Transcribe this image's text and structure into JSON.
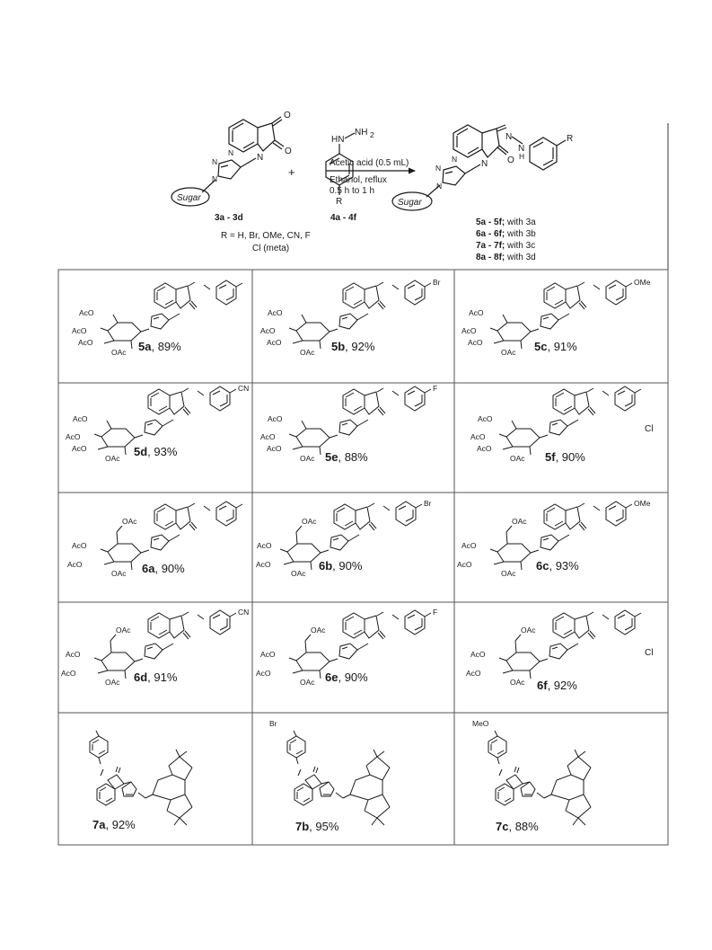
{
  "scheme": {
    "reactant1": {
      "label": "3a - 3d",
      "sugar": "Sugar",
      "atoms": [
        "O",
        "O",
        "N",
        "N",
        "N",
        "N"
      ]
    },
    "reactant2": {
      "label": "4a - 4f",
      "nh": "HN",
      "nh2": "NH",
      "sub2": "2",
      "r": "R"
    },
    "plus": "+",
    "conditions": {
      "line1": "Acetic acid (0.5 mL)",
      "line2": "Ethanol, reflux",
      "line3": "0.5 h to 1 h"
    },
    "r_groups": {
      "line1": "R = H, Br, OMe, CN, F",
      "line2": "Cl (meta)"
    },
    "product": {
      "sugar": "Sugar",
      "r": "R",
      "atoms": [
        "N",
        "N",
        "N",
        "N",
        "O",
        "N",
        "H"
      ]
    },
    "product_series": [
      {
        "label": "5a - 5f;",
        "text": " with 3a"
      },
      {
        "label": "6a - 6f;",
        "text": " with 3b"
      },
      {
        "label": "7a - 7f;",
        "text": " with 3c"
      },
      {
        "label": "8a - 8f;",
        "text": " with 3d"
      }
    ]
  },
  "common_atoms": {
    "n": "N",
    "o": "O",
    "h": "H",
    "oac": "OAc",
    "aco": "AcO"
  },
  "compounds": [
    {
      "id": "5a",
      "yield": ", 89%",
      "sub": ""
    },
    {
      "id": "5b",
      "yield": ", 92%",
      "sub": "Br"
    },
    {
      "id": "5c",
      "yield": ", 91%",
      "sub": "OMe"
    },
    {
      "id": "5d",
      "yield": ", 93%",
      "sub": "CN"
    },
    {
      "id": "5e",
      "yield": ", 88%",
      "sub": "F"
    },
    {
      "id": "5f",
      "yield": ", 90%",
      "sub": "Cl"
    },
    {
      "id": "6a",
      "yield": ", 90%",
      "sub": ""
    },
    {
      "id": "6b",
      "yield": ", 90%",
      "sub": "Br"
    },
    {
      "id": "6c",
      "yield": ", 93%",
      "sub": "OMe"
    },
    {
      "id": "6d",
      "yield": ", 91%",
      "sub": "CN"
    },
    {
      "id": "6e",
      "yield": ", 90%",
      "sub": "F"
    },
    {
      "id": "6f",
      "yield": ", 92%",
      "sub": "Cl"
    },
    {
      "id": "7a",
      "yield": ", 92%",
      "sub": ""
    },
    {
      "id": "7b",
      "yield": ", 95%",
      "sub": "Br"
    },
    {
      "id": "7c",
      "yield": ", 88%",
      "sub": "MeO"
    }
  ]
}
